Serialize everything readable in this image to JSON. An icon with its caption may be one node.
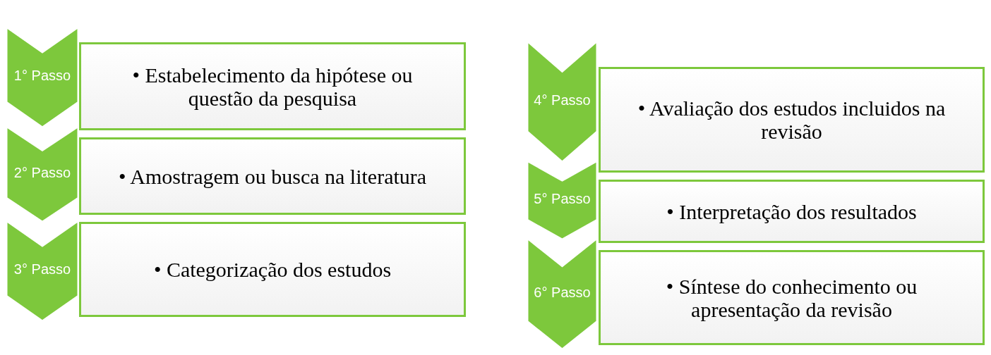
{
  "diagram": {
    "nodes": [
      {
        "text": [
          "1° Passo"
        ]
      },
      {
        "text": [
          "• Estabelecimento da hipótese ou questão da pesquisa"
        ]
      },
      {
        "text": [
          "2° Passo"
        ]
      },
      {
        "text": [
          "• Amostragem ou busca na literatura"
        ]
      },
      {
        "text": [
          "3° Passo"
        ]
      },
      {
        "text": [
          "• Categorização dos estudos"
        ]
      },
      {
        "text": [
          "4° Passo"
        ]
      },
      {
        "text": [
          "• Avaliação dos estudos incluidos na revisão"
        ]
      },
      {
        "text": [
          "5° Passo"
        ]
      },
      {
        "text": [
          "• Interpretação dos resultados"
        ]
      },
      {
        "text": [
          "6° Passo"
        ]
      },
      {
        "text": [
          "• Síntese do conhecimento ou apresentação da revisão"
        ]
      }
    ]
  }
}
